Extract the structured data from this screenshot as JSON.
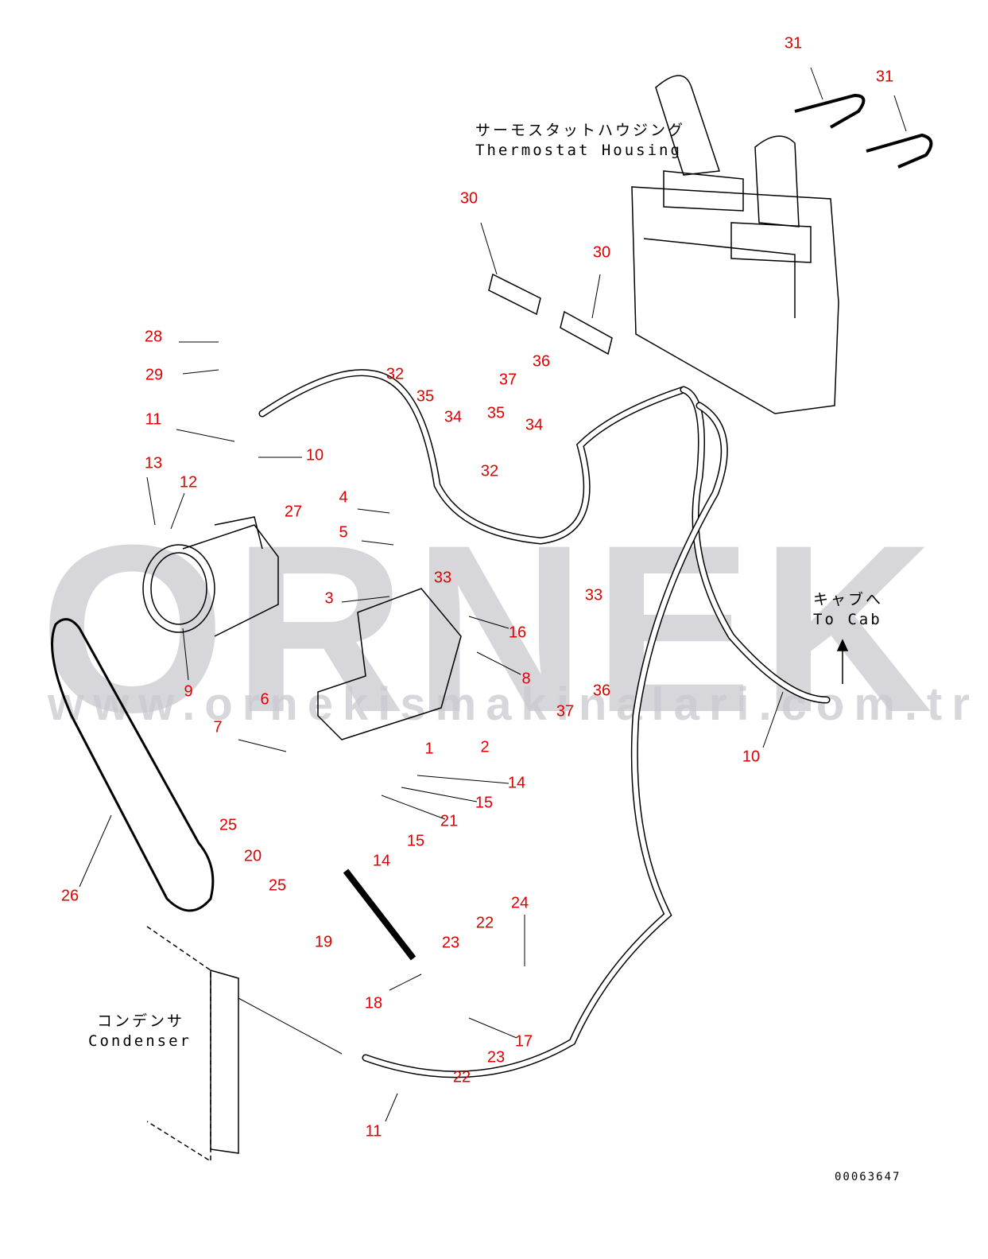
{
  "watermark": {
    "logo": "ORNEK",
    "url": "www.ornekismakinalari.com.tr"
  },
  "notes": {
    "thermostat_jp": "サーモスタットハウジング",
    "thermostat_en": "Thermostat Housing",
    "cab_jp": "キャブへ",
    "cab_en": "To Cab",
    "condenser_jp": "コンデンサ",
    "condenser_en": "Condenser"
  },
  "drawing_code": "00063647",
  "callout_color": "#e00000",
  "callouts": [
    "31",
    "31",
    "30",
    "30",
    "28",
    "29",
    "11",
    "10",
    "13",
    "12",
    "32",
    "35",
    "34",
    "35",
    "34",
    "32",
    "4",
    "27",
    "5",
    "33",
    "33",
    "3",
    "37",
    "36",
    "16",
    "8",
    "9",
    "6",
    "7",
    "36",
    "37",
    "2",
    "1",
    "10",
    "14",
    "15",
    "21",
    "25",
    "15",
    "20",
    "14",
    "25",
    "26",
    "24",
    "22",
    "23",
    "19",
    "18",
    "17",
    "23",
    "22",
    "11"
  ]
}
